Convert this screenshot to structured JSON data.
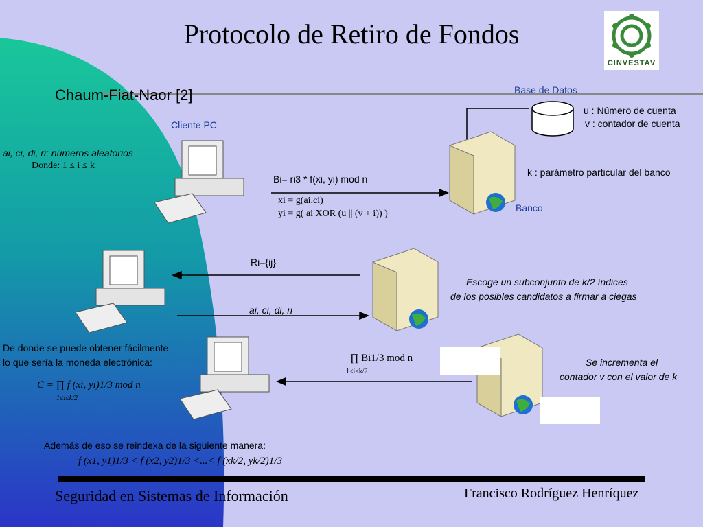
{
  "title": "Protocolo de Retiro de Fondos",
  "subtitle": "Chaum-Fiat-Naor [2]",
  "logo": {
    "text": "CINVESTAV"
  },
  "labels": {
    "database": "Base de Datos",
    "client": "Cliente PC",
    "bank": "Banco"
  },
  "db_notes": {
    "u": "u : Número de cuenta",
    "v": "v : contador de cuenta"
  },
  "bank_param": "k : parámetro particular del banco",
  "random_note": {
    "line1": "ai, ci, di, ri: números aleatorios",
    "line2": "Donde: 1 ≤ i ≤ k"
  },
  "messages": {
    "step1": "Bi= ri3 * f(xi, yi) mod n",
    "step1_x": "xi = g(ai,ci)",
    "step1_y": "yi = g( ai XOR (u || (v + i)) )",
    "step2": "Ri={ij}",
    "step3": "ai, ci, di, ri",
    "step4": "∏ Bi1/3 mod n",
    "step4_range": "1≤i≤k/2"
  },
  "bank_choice": {
    "line1": "Escoge un subconjunto de k/2 índices",
    "line2": "de los posibles candidatos a firmar a ciegas"
  },
  "counter_note": {
    "line1": "Se incrementa el",
    "line2": "contador v con el valor de k"
  },
  "coin_note": {
    "line1": "De donde se puede obtener fácilmente",
    "line2": "lo que sería la moneda electrónica:",
    "formula": "C = ∏ f (xi, yi)1/3 mod n",
    "formula_range": "1≤i≤k/2"
  },
  "reindex": {
    "line1": "Además de eso se reindexa  de la siguiente manera:",
    "formula": "f (x1, y1)1/3 < f (x2, y2)1/3 <...< f (xk/2, yk/2)1/3"
  },
  "footer": {
    "left": "Seguridad en Sistemas de Información",
    "right": "Francisco Rodríguez Henríquez"
  }
}
